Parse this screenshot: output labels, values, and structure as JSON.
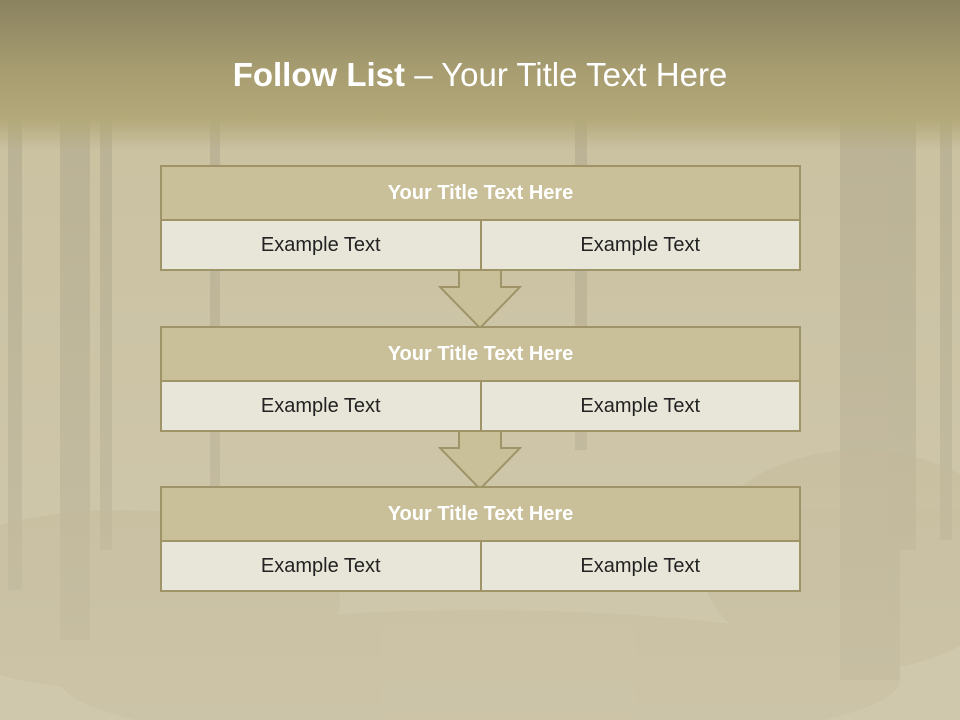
{
  "header": {
    "title_bold": "Follow List",
    "title_rest": " – Your Title Text Here"
  },
  "blocks": [
    {
      "title": "Your Title Text Here",
      "left": "Example Text",
      "right": "Example Text"
    },
    {
      "title": "Your Title Text Here",
      "left": "Example Text",
      "right": "Example Text"
    },
    {
      "title": "Your Title Text Here",
      "left": "Example Text",
      "right": "Example Text"
    }
  ],
  "colors": {
    "title_fill": "#c9c09a",
    "cell_fill": "#e8e5d9",
    "border": "#9e9468",
    "arrow": "#c9c09a"
  }
}
